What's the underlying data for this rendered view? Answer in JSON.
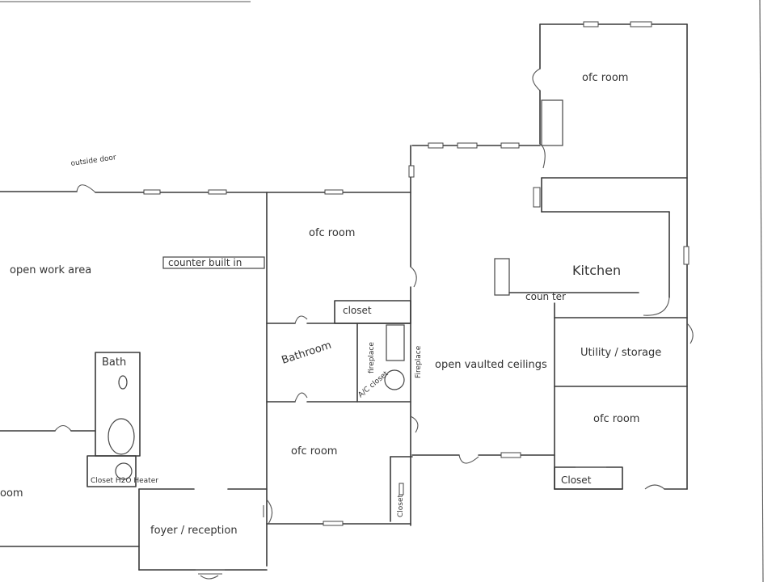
{
  "labels": {
    "outside_door": "outside door",
    "open_work_area": "open work area",
    "counter_built_in": "counter built in",
    "ofc_room_top_right": "ofc room",
    "ofc_room_center": "ofc room",
    "ofc_room_lower_center": "ofc room",
    "ofc_room_lower_right": "ofc room",
    "closet_center": "closet",
    "bathroom_center": "Bathroom",
    "fireplace_left": "fireplace",
    "fireplace_right": "Fireplace",
    "ac_closet": "A/C closet",
    "open_vaulted_ceilings": "open vaulted ceilings",
    "kitchen": "Kitchen",
    "counter_kitchen": "coun ter",
    "utility_storage": "Utility / storage",
    "closet_lower_right": "Closet",
    "closet_lower_center": "Closet",
    "bath_left": "Bath",
    "closet_h2o_heater": "Closet H2O Heater",
    "room_partial": "oom",
    "foyer_reception": "foyer / reception"
  }
}
